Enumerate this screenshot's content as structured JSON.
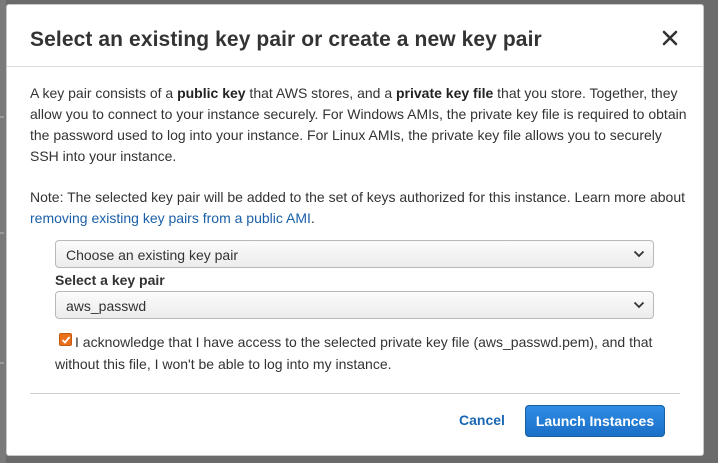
{
  "dialog": {
    "title": "Select an existing key pair or create a new key pair",
    "close_icon": "close-icon"
  },
  "intro": {
    "part1": "A key pair consists of a ",
    "bold1": "public key",
    "part2": " that AWS stores, and a ",
    "bold2": "private key file",
    "part3": " that you store. Together, they allow you to connect to your instance securely. For Windows AMIs, the private key file is required to obtain the password used to log into your instance. For Linux AMIs, the private key file allows you to securely SSH into your instance."
  },
  "note": {
    "text": "Note: The selected key pair will be added to the set of keys authorized for this instance. Learn more about ",
    "link": "removing existing key pairs from a public AMI",
    "suffix": "."
  },
  "mode_select": {
    "selected": "Choose an existing key pair"
  },
  "key_select": {
    "label": "Select a key pair",
    "selected": "aws_passwd"
  },
  "acknowledge": {
    "checked": true,
    "text": "I acknowledge that I have access to the selected private key file (aws_passwd.pem), and that without this file, I won't be able to log into my instance."
  },
  "footer": {
    "cancel_label": "Cancel",
    "launch_label": "Launch Instances"
  },
  "colors": {
    "primary_button": "#1b6fc7",
    "link": "#1a5fa8",
    "checkbox": "#e9711c"
  }
}
